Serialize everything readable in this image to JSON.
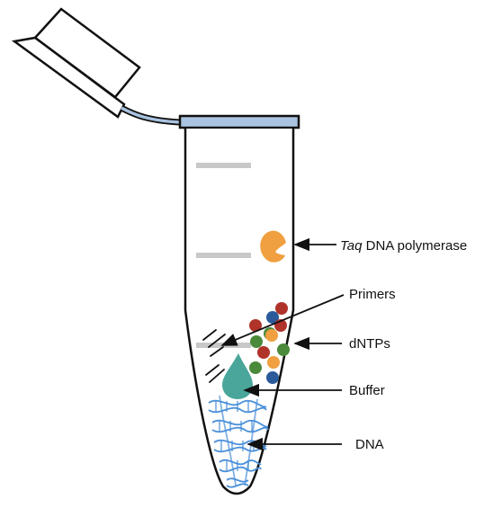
{
  "labels": {
    "taq_italic": "Taq",
    "taq_rest": " DNA polymerase",
    "primers": "Primers",
    "dntps": "dNTPs",
    "buffer": "Buffer",
    "dna": "DNA"
  },
  "colors": {
    "outline": "#111111",
    "cap_fill": "#a9c3e0",
    "graduation": "#c8c8c8",
    "polymerase": "#f0a040",
    "buffer": "#4aa69a",
    "dna": "#4a90d9",
    "dntp_red": "#b0332a",
    "dntp_blue": "#2a5a9a",
    "dntp_orange": "#f0a040",
    "dntp_green": "#4a8a3a"
  },
  "icons": {
    "polymerase": "pacman-shape-icon",
    "buffer": "droplet-icon",
    "dna": "double-helix-icon",
    "primers": "short-strands-icon",
    "dntps": "colored-dots-icon"
  }
}
